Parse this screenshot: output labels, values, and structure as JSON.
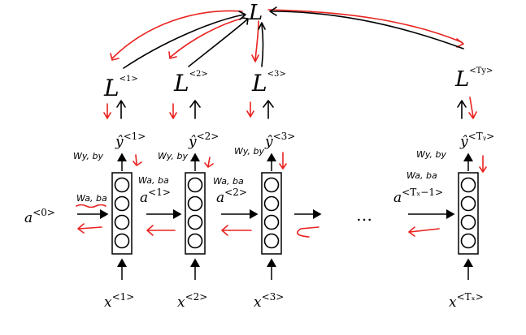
{
  "diagram": {
    "initial_activation": "a<0>",
    "ellipsis": "…",
    "colors": {
      "forward": "#000000",
      "backprop": "#e8231f"
    },
    "cells": [
      {
        "input": "x<1>",
        "output": "ŷ<1>",
        "loss": "L<1>",
        "in_activation": "a<0>"
      },
      {
        "input": "x<2>",
        "output": "ŷ<2>",
        "loss": "L<2>",
        "in_activation": "a<1>"
      },
      {
        "input": "x<3>",
        "output": "ŷ<3>",
        "loss": "L<3>",
        "in_activation": "a<2>"
      },
      {
        "input": "x<Tx>",
        "output": "ŷ<Ty>",
        "loss": "L<Ty>",
        "in_activation": "a<Tx−1>"
      }
    ],
    "total_loss": "L",
    "handwritten_weights": [
      "Wa, ba",
      "Wa, ba",
      "Wa, ba",
      "Wa, ba",
      "Wy, by",
      "Wy, by",
      "Wy, by",
      "Wy, by"
    ]
  },
  "text": {
    "a0_base": "a",
    "a0_sup": "<0>",
    "a1_base": "a",
    "a1_sup": "<1>",
    "a2_base": "a",
    "a2_sup": "<2>",
    "aT_base": "a",
    "aT_sup": "<Tₓ−1>",
    "x1_base": "x",
    "x1_sup": "<1>",
    "x2_base": "x",
    "x2_sup": "<2>",
    "x3_base": "x",
    "x3_sup": "<3>",
    "xT_base": "x",
    "xT_sup": "<Tₓ>",
    "y1_base": "ŷ",
    "y1_sup": "<1>",
    "y2_base": "ŷ",
    "y2_sup": "<2>",
    "y3_base": "ŷ",
    "y3_sup": "<3>",
    "yT_base": "ŷ",
    "yT_sup": "<Tᵧ>",
    "L1_base": "L",
    "L1_sup": "<1>",
    "L2_base": "L",
    "L2_sup": "<2>",
    "L3_base": "L",
    "L3_sup": "<3>",
    "LT_base": "L",
    "LT_sup": "<Ty>",
    "Ltotal": "L",
    "ellipsis": "…",
    "waba1": "Wa, ba",
    "waba2": "Wa, ba",
    "waba3": "Wa, ba",
    "waba4": "Wa, ba",
    "wyby1": "Wy, by",
    "wyby2": "Wy, by",
    "wyby3": "Wy, by",
    "wyby4": "Wy, by"
  }
}
